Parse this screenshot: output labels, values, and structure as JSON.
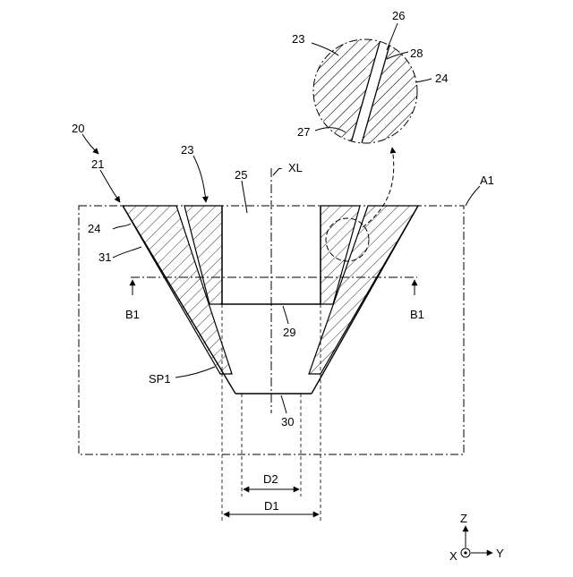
{
  "figure": {
    "ref_20": "20",
    "ref_21": "21",
    "ref_23_top": "23",
    "ref_23_detail": "23",
    "ref_24_left": "24",
    "ref_24_detail": "24",
    "ref_25": "25",
    "ref_26": "26",
    "ref_27": "27",
    "ref_28": "28",
    "ref_29": "29",
    "ref_30": "30",
    "ref_31": "31",
    "axis_xl": "XL",
    "region_a1": "A1",
    "section_b1_left": "B1",
    "section_b1_right": "B1",
    "space_sp1": "SP1",
    "dim_d1": "D1",
    "dim_d2": "D2"
  },
  "axes": {
    "z": "Z",
    "x": "X",
    "y": "Y"
  },
  "colors": {
    "line": "#000000",
    "background": "#ffffff"
  }
}
